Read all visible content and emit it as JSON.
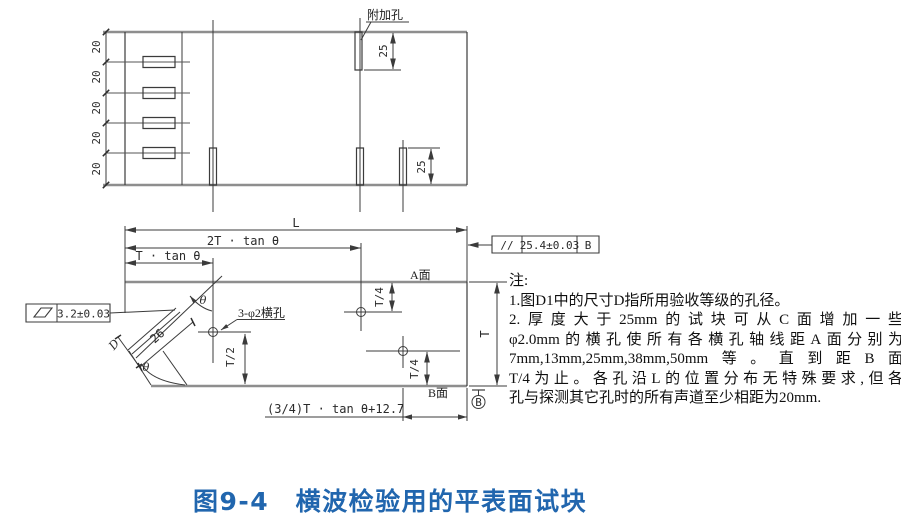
{
  "figure": {
    "caption": "图9-4　横波检验用的平表面试块"
  },
  "top_view": {
    "spacing_labels": [
      "20",
      "20",
      "20",
      "20",
      "20"
    ],
    "additional_hole_label": "附加孔",
    "hole_depth_top": "25",
    "hole_depth_bottom": "25"
  },
  "side_view": {
    "dim_length": "L",
    "dim_2t_tan": "2T · tan θ",
    "dim_t_tan": "T · tan θ",
    "dim_thickness": "T",
    "dim_half_t": "T/2",
    "dim_quarter_t_upper": "T/4",
    "dim_quarter_t_lower": "T/4",
    "dim_bottom": "(3/4)T · tan θ+12.7",
    "face_a": "A面",
    "face_b": "B面",
    "hole_callout": "3-φ2横孔",
    "notch_length": "26",
    "notch_width": "D",
    "theta": "θ",
    "datum_letter": "B"
  },
  "tolerance": {
    "flatness_value": "3.2±0.03",
    "parallel_symbol": "//",
    "parallel_value": "25.4±0.03",
    "parallel_datum": "B"
  },
  "notes": {
    "title": "注:",
    "lines": [
      "1.图D1中的尺寸D指所用验收等级的孔径。",
      "2.厚度大于25mm的试块可从C面增加一些",
      "φ2.0mm的横孔使所有各横孔轴线距A面分别为",
      "7mm,13mm,25mm,38mm,50mm等。直到距B面",
      "T/4为止。各孔沿L的位置分布无特殊要求,但各",
      "孔与探测其它孔时的所有声道至少相距为20mm."
    ]
  }
}
